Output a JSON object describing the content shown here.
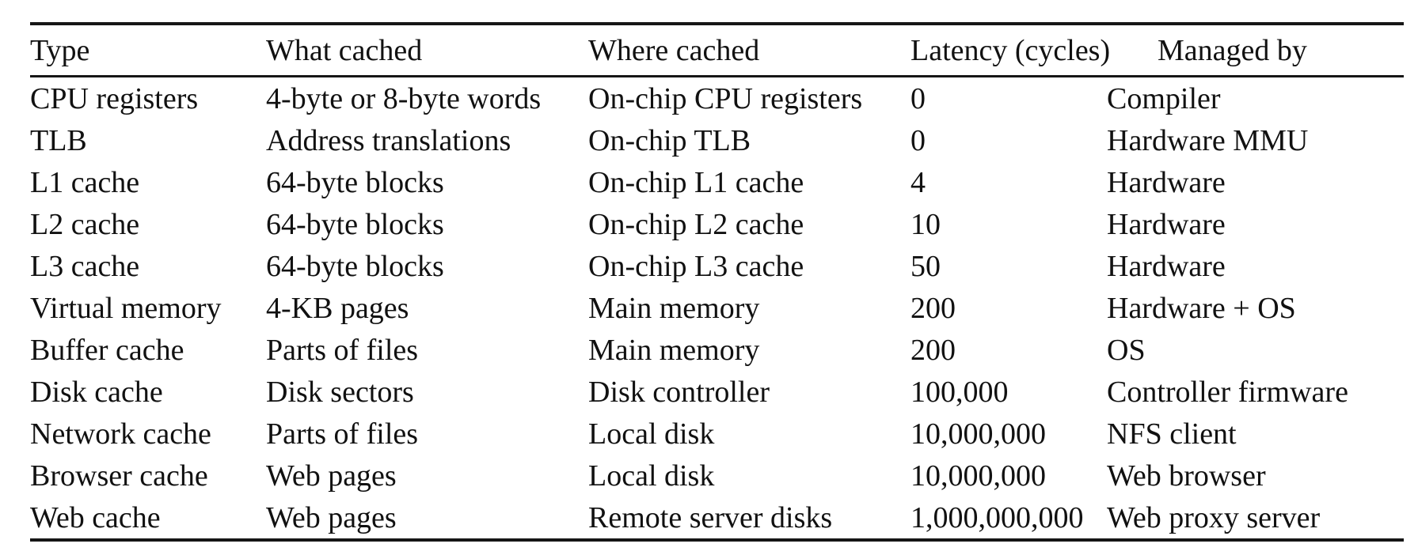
{
  "table": {
    "headers": {
      "type": "Type",
      "what": "What cached",
      "where": "Where cached",
      "latency": "Latency (cycles)",
      "managed": "Managed by"
    },
    "rows": [
      {
        "type": "CPU registers",
        "what": "4-byte or 8-byte words",
        "where": "On-chip CPU registers",
        "latency": "0",
        "managed": "Compiler"
      },
      {
        "type": "TLB",
        "what": "Address translations",
        "where": "On-chip TLB",
        "latency": "0",
        "managed": "Hardware MMU"
      },
      {
        "type": "L1 cache",
        "what": "64-byte blocks",
        "where": "On-chip L1 cache",
        "latency": "4",
        "managed": "Hardware"
      },
      {
        "type": "L2 cache",
        "what": "64-byte blocks",
        "where": "On-chip L2 cache",
        "latency": "10",
        "managed": "Hardware"
      },
      {
        "type": "L3 cache",
        "what": "64-byte blocks",
        "where": "On-chip L3 cache",
        "latency": "50",
        "managed": "Hardware"
      },
      {
        "type": "Virtual memory",
        "what": "4-KB pages",
        "where": "Main memory",
        "latency": "200",
        "managed": "Hardware + OS"
      },
      {
        "type": "Buffer cache",
        "what": "Parts of files",
        "where": "Main memory",
        "latency": "200",
        "managed": "OS"
      },
      {
        "type": "Disk cache",
        "what": "Disk sectors",
        "where": "Disk controller",
        "latency": "100,000",
        "managed": "Controller firmware"
      },
      {
        "type": "Network cache",
        "what": "Parts of files",
        "where": "Local disk",
        "latency": "10,000,000",
        "managed": "NFS client"
      },
      {
        "type": "Browser cache",
        "what": "Web pages",
        "where": "Local disk",
        "latency": "10,000,000",
        "managed": "Web browser"
      },
      {
        "type": "Web cache",
        "what": "Web pages",
        "where": "Remote server disks",
        "latency": "1,000,000,000",
        "managed": "Web proxy server"
      }
    ],
    "colors": {
      "text": "#111111",
      "rule": "#161616",
      "background": "#ffffff"
    }
  }
}
